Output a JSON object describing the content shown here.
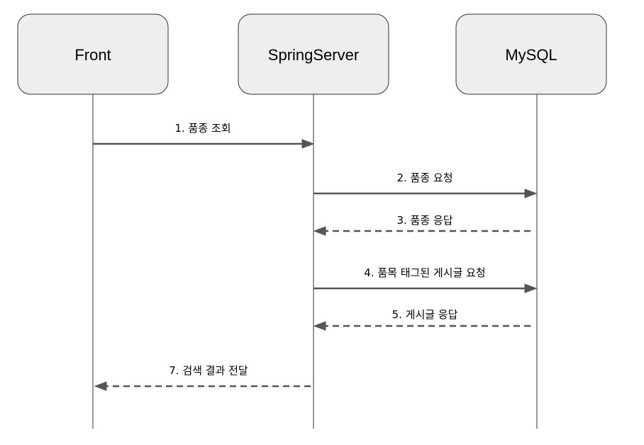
{
  "participants": [
    {
      "id": "front",
      "label": "Front"
    },
    {
      "id": "spring",
      "label": "SpringServer"
    },
    {
      "id": "mysql",
      "label": "MySQL"
    }
  ],
  "messages": [
    {
      "from": "front",
      "to": "spring",
      "label": "1. 품종 조회",
      "style": "solid"
    },
    {
      "from": "spring",
      "to": "mysql",
      "label": "2. 품종 요청",
      "style": "solid"
    },
    {
      "from": "mysql",
      "to": "spring",
      "label": "3. 품종 응답",
      "style": "dashed"
    },
    {
      "from": "spring",
      "to": "mysql",
      "label": "4. 품목 태그된 게시글 요청",
      "style": "solid"
    },
    {
      "from": "mysql",
      "to": "spring",
      "label": "5. 게시글 응답",
      "style": "dashed"
    },
    {
      "from": "spring",
      "to": "front",
      "label": "7. 검색 결과 전달",
      "style": "dashed"
    }
  ],
  "colors": {
    "box_fill": "#eeeeee",
    "box_stroke": "#333333",
    "arrow": "#555555"
  }
}
